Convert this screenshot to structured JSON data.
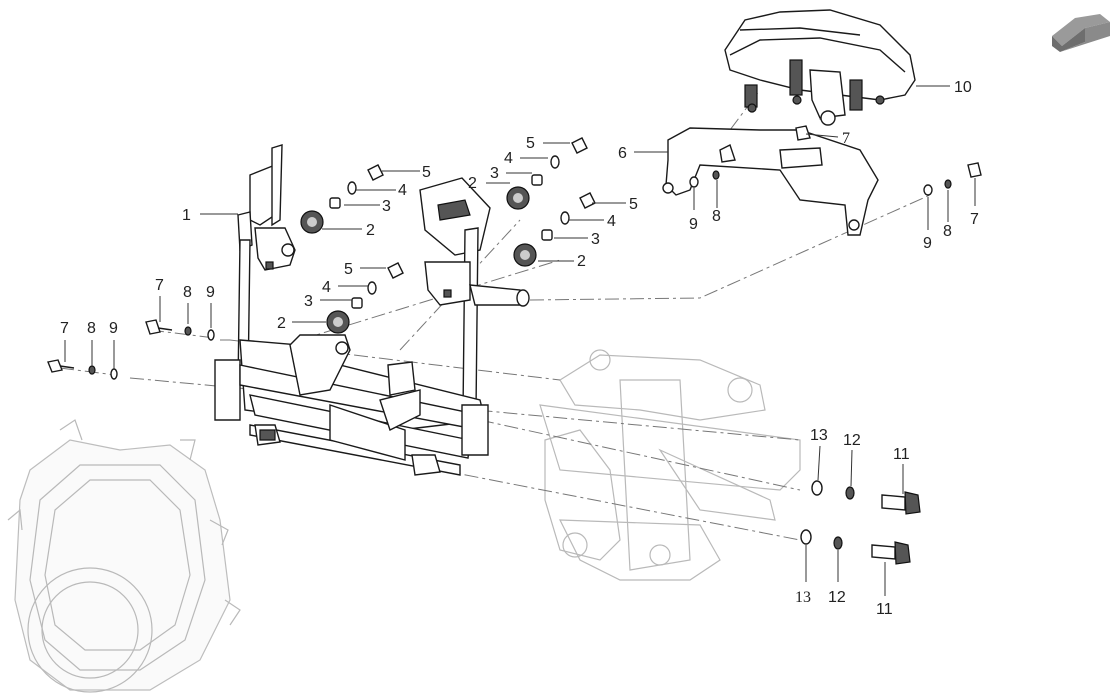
{
  "diagram": {
    "callouts": {
      "c1": "1",
      "c2a": "2",
      "c2b": "2",
      "c2c": "2",
      "c2d": "2",
      "c3a": "3",
      "c3b": "3",
      "c3c": "3",
      "c3d": "3",
      "c4a": "4",
      "c4b": "4",
      "c4c": "4",
      "c4d": "4",
      "c5a": "5",
      "c5b": "5",
      "c5c": "5",
      "c5d": "5",
      "c6": "6",
      "c7a": "7",
      "c7b": "7",
      "c7c": "7",
      "c7d": "7",
      "c8a": "8",
      "c8b": "8",
      "c8c": "8",
      "c8d": "8",
      "c9a": "9",
      "c9b": "9",
      "c9c": "9",
      "c9d": "9",
      "c10": "10",
      "c11a": "11",
      "c11b": "11",
      "c12a": "12",
      "c12b": "12",
      "c13a": "13",
      "c13b": "13"
    },
    "corner_icon": "page-turn-arrow-icon"
  }
}
